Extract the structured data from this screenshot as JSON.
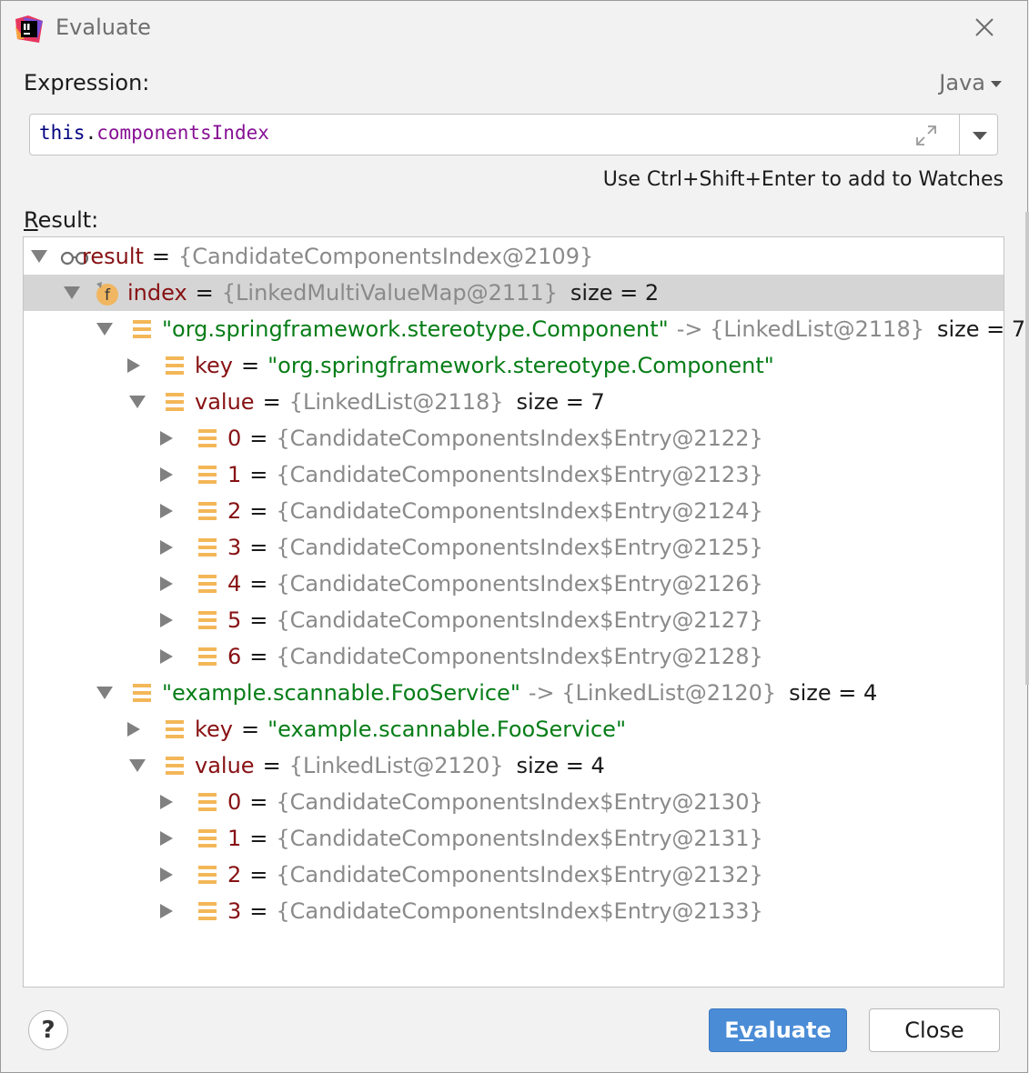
{
  "window": {
    "title": "Evaluate"
  },
  "expression": {
    "label": "Expression:",
    "language": "Java",
    "code_keyword": "this",
    "code_dot": ".",
    "code_field": "componentsIndex",
    "hint": "Use Ctrl+Shift+Enter to add to Watches"
  },
  "result": {
    "label_mnemonic": "R",
    "label_rest": "esult:",
    "rows": [
      {
        "name": "result",
        "eq": "=",
        "value": "{CandidateComponentsIndex@2109}",
        "str": "",
        "size": ""
      },
      {
        "name": "index",
        "eq": "=",
        "value": "{LinkedMultiValueMap@2111}",
        "str": "",
        "size": "size = 2"
      },
      {
        "name": "",
        "eq": "",
        "value": "-> {LinkedList@2118}",
        "str": "\"org.springframework.stereotype.Component\"",
        "size": "size = 7"
      },
      {
        "name": "key",
        "eq": "=",
        "value": "",
        "str": "\"org.springframework.stereotype.Component\"",
        "size": ""
      },
      {
        "name": "value",
        "eq": "=",
        "value": "{LinkedList@2118}",
        "str": "",
        "size": "size = 7"
      },
      {
        "name": "0",
        "eq": "=",
        "value": "{CandidateComponentsIndex$Entry@2122}",
        "str": "",
        "size": ""
      },
      {
        "name": "1",
        "eq": "=",
        "value": "{CandidateComponentsIndex$Entry@2123}",
        "str": "",
        "size": ""
      },
      {
        "name": "2",
        "eq": "=",
        "value": "{CandidateComponentsIndex$Entry@2124}",
        "str": "",
        "size": ""
      },
      {
        "name": "3",
        "eq": "=",
        "value": "{CandidateComponentsIndex$Entry@2125}",
        "str": "",
        "size": ""
      },
      {
        "name": "4",
        "eq": "=",
        "value": "{CandidateComponentsIndex$Entry@2126}",
        "str": "",
        "size": ""
      },
      {
        "name": "5",
        "eq": "=",
        "value": "{CandidateComponentsIndex$Entry@2127}",
        "str": "",
        "size": ""
      },
      {
        "name": "6",
        "eq": "=",
        "value": "{CandidateComponentsIndex$Entry@2128}",
        "str": "",
        "size": ""
      },
      {
        "name": "",
        "eq": "",
        "value": "-> {LinkedList@2120}",
        "str": "\"example.scannable.FooService\"",
        "size": "size = 4"
      },
      {
        "name": "key",
        "eq": "=",
        "value": "",
        "str": "\"example.scannable.FooService\"",
        "size": ""
      },
      {
        "name": "value",
        "eq": "=",
        "value": "{LinkedList@2120}",
        "str": "",
        "size": "size = 4"
      },
      {
        "name": "0",
        "eq": "=",
        "value": "{CandidateComponentsIndex$Entry@2130}",
        "str": "",
        "size": ""
      },
      {
        "name": "1",
        "eq": "=",
        "value": "{CandidateComponentsIndex$Entry@2131}",
        "str": "",
        "size": ""
      },
      {
        "name": "2",
        "eq": "=",
        "value": "{CandidateComponentsIndex$Entry@2132}",
        "str": "",
        "size": ""
      },
      {
        "name": "3",
        "eq": "=",
        "value": "{CandidateComponentsIndex$Entry@2133}",
        "str": "",
        "size": ""
      }
    ]
  },
  "buttons": {
    "help": "?",
    "evaluate_pre": "E",
    "evaluate_mnemonic": "v",
    "evaluate_post": "aluate",
    "close": "Close"
  },
  "colors": {
    "accent": "#4a8cd6",
    "string": "#067d17",
    "name": "#871113",
    "reference": "#8a8a8a",
    "icon_bars": "#f3b758"
  }
}
